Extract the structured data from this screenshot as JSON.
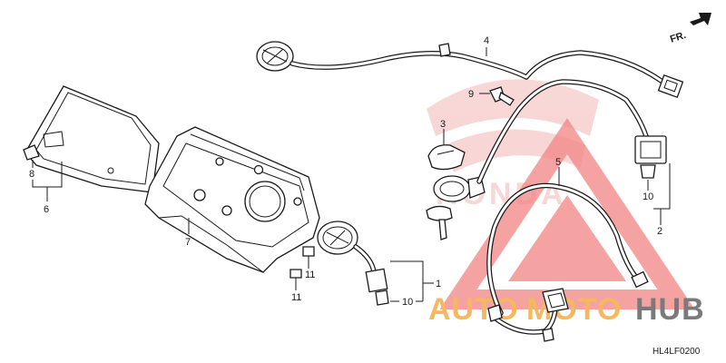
{
  "direction_label": "FR.",
  "drawing_code": "HL4LF0200",
  "watermark": {
    "text_orange": "AUTO",
    "text_orange2": "MOTO",
    "text_gray": "HUB",
    "colors": {
      "orange": "#f4b860",
      "gray": "#7a7a7a",
      "red": "#f28b8b",
      "honda_logo": "#f6c9c9"
    }
  },
  "callouts": [
    {
      "id": "c1",
      "text": "1"
    },
    {
      "id": "c2",
      "text": "2"
    },
    {
      "id": "c3",
      "text": "3"
    },
    {
      "id": "c4",
      "text": "4"
    },
    {
      "id": "c5",
      "text": "5"
    },
    {
      "id": "c6",
      "text": "6"
    },
    {
      "id": "c7",
      "text": "7"
    },
    {
      "id": "c8",
      "text": "8"
    },
    {
      "id": "c9",
      "text": "9"
    },
    {
      "id": "c10a",
      "text": "10"
    },
    {
      "id": "c10b",
      "text": "10"
    },
    {
      "id": "c11a",
      "text": "11"
    },
    {
      "id": "c11b",
      "text": "11"
    }
  ]
}
